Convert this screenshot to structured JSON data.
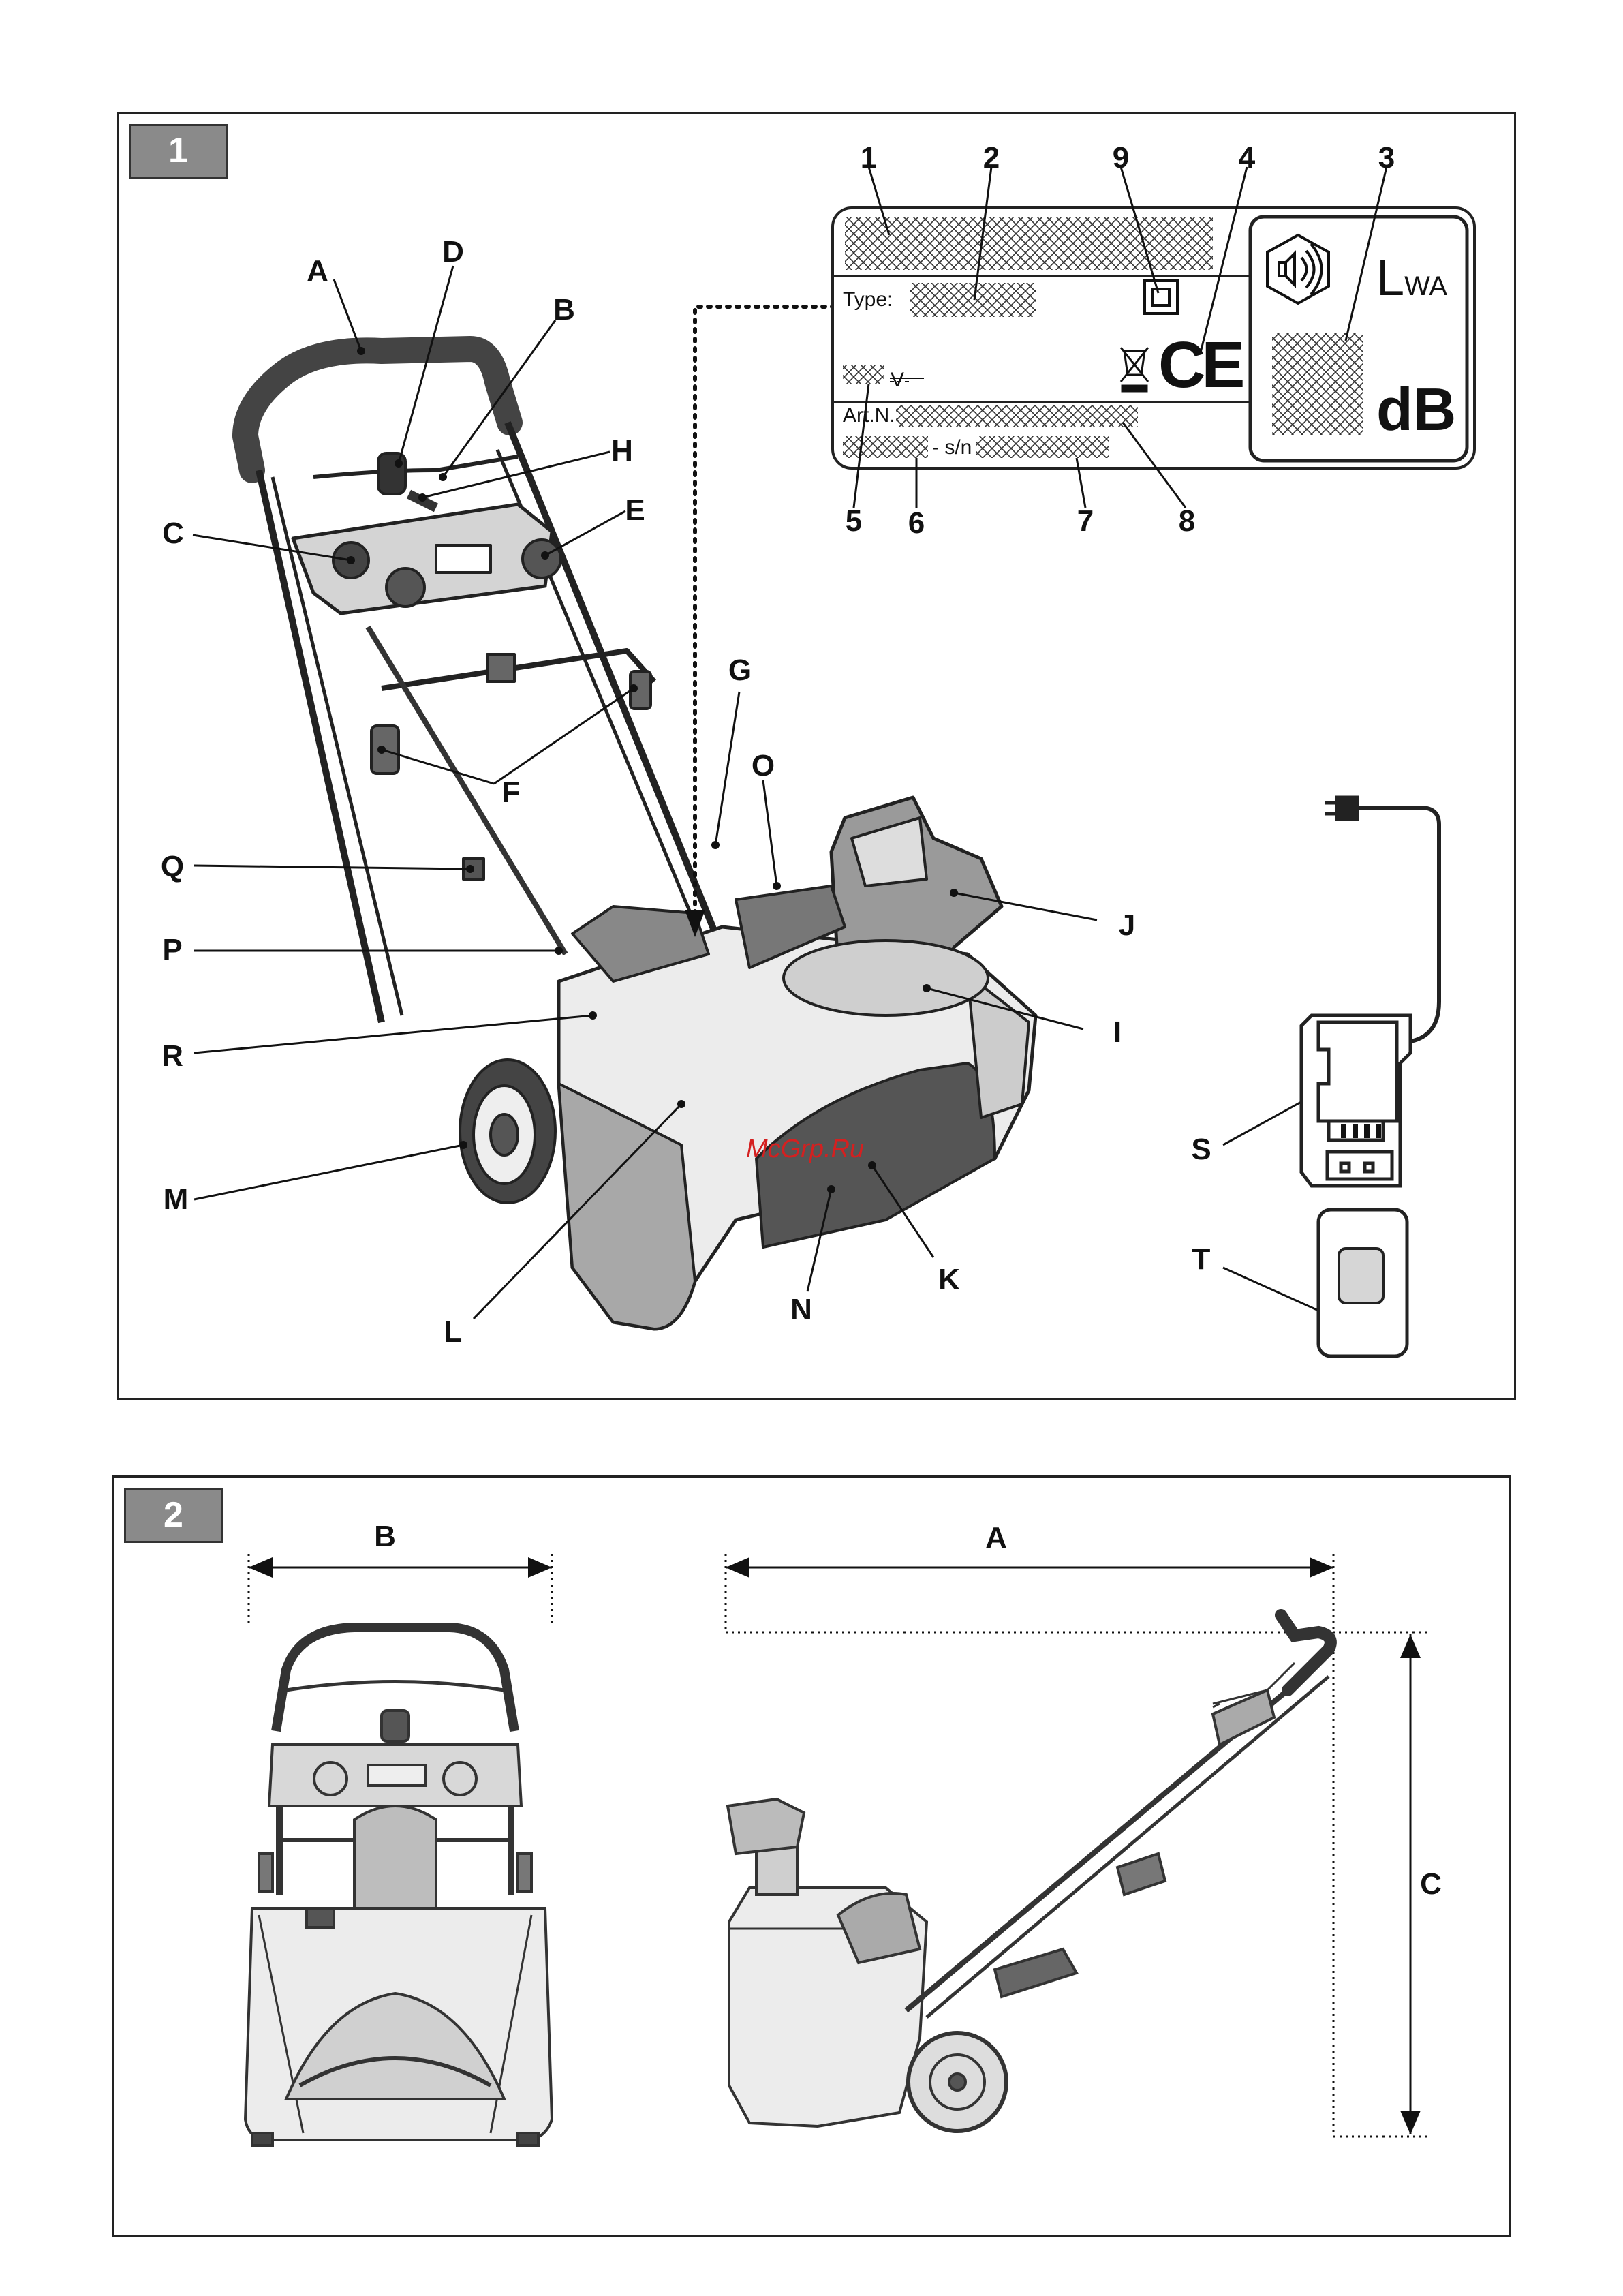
{
  "figure1": {
    "number": "1",
    "part_labels": [
      "A",
      "B",
      "C",
      "D",
      "E",
      "F",
      "G",
      "H",
      "I",
      "J",
      "K",
      "L",
      "M",
      "N",
      "O",
      "P",
      "Q",
      "R",
      "S",
      "T"
    ],
    "plate": {
      "type_label": "Type:",
      "voltage_label": "V",
      "art_label": "Art.N.",
      "serial_label": "- s/n",
      "sound_power_label": "L",
      "sound_power_sub": "WA",
      "unit": "dB",
      "ce_mark": "CE",
      "callouts": [
        "1",
        "2",
        "3",
        "4",
        "5",
        "6",
        "7",
        "8",
        "9"
      ]
    }
  },
  "figure2": {
    "number": "2",
    "dimension_labels": [
      "B",
      "A",
      "C"
    ]
  },
  "watermark": "McGrp.Ru"
}
